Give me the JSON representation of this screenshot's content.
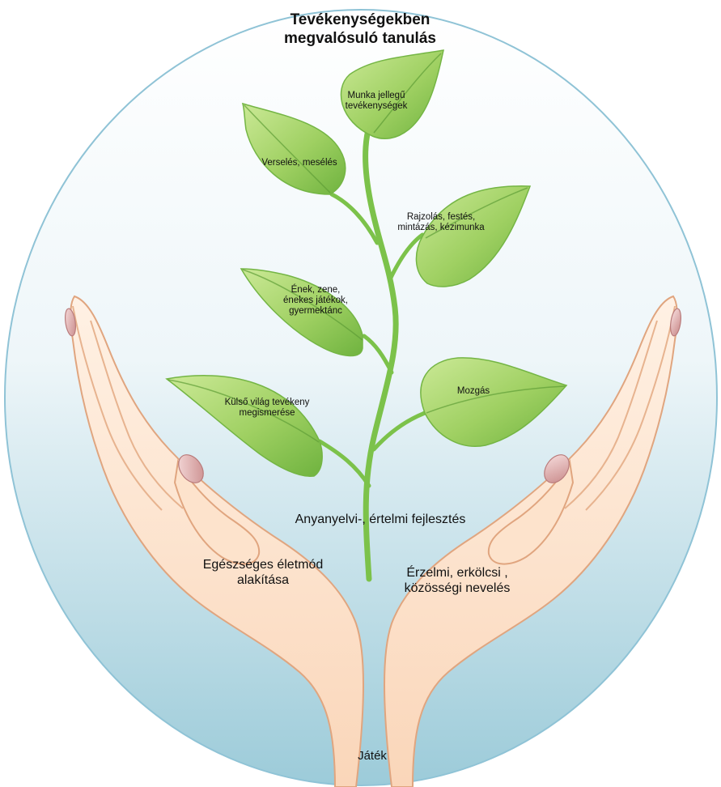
{
  "diagram": {
    "title": "Tevékenységekben\nmegvalósuló tanulás",
    "leaves": [
      {
        "id": "munka",
        "label": "Munka jellegű\ntevékenységek"
      },
      {
        "id": "verseles",
        "label": "Verselés, mesélés"
      },
      {
        "id": "rajzolas",
        "label": "Rajzolás, festés,\nmintázás, kézimunka"
      },
      {
        "id": "enek",
        "label": "Ének, zene,\nénekes játékok,\ngyermektánc"
      },
      {
        "id": "kulso",
        "label": "Külső világ tevékeny\nmegismerése"
      },
      {
        "id": "mozgas",
        "label": "Mozgás"
      }
    ],
    "stem_label": "Anyanyelvi-, értelmi fejlesztés",
    "left_hand_label": "Egészséges életmód\nalakítása",
    "right_hand_label": "Érzelmi, erkölcsi ,\nközösségi nevelés",
    "base_label": "Játék"
  },
  "colors": {
    "leaf_light": "#b9de7c",
    "leaf_dark": "#6fb33f",
    "stem": "#7cc24a",
    "skin_light": "#fde3cc",
    "skin_dark": "#e9b48e",
    "nail": "#d9a0a0",
    "circle_top": "#ffffff",
    "circle_bottom": "#9ccbd9",
    "circle_border": "#8fc3d6"
  }
}
